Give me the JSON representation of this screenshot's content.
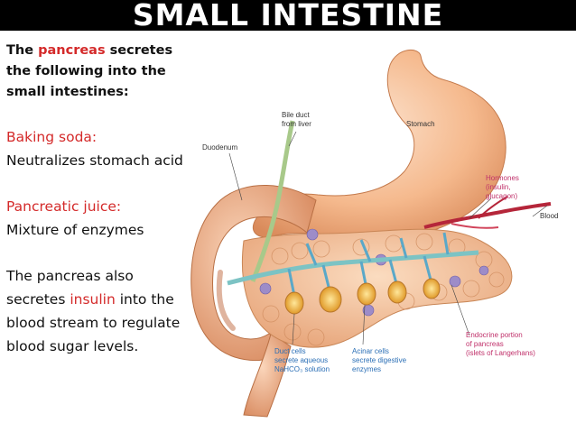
{
  "title": "SMALL INTESTINE",
  "text": {
    "intro_pre": "The ",
    "intro_highlight": "pancreas",
    "intro_post": " secretes the following into the small intestines:",
    "item1_heading": "Baking soda:",
    "item1_body": "Neutralizes stomach acid",
    "item2_heading": "Pancreatic juice:",
    "item2_body": "Mixture of enzymes",
    "para_pre": "The pancreas also secretes ",
    "para_highlight": "insulin",
    "para_post": " into the blood stream to regulate blood sugar levels."
  },
  "diagram": {
    "labels": {
      "bile_duct_1": "Bile duct",
      "bile_duct_2": "from liver",
      "stomach": "Stomach",
      "duodenum": "Duodenum",
      "hormones_1": "Hormones",
      "hormones_2": "(insulin,",
      "hormones_3": "glucagon)",
      "blood": "Blood",
      "duct_cells_1": "Duct cells",
      "duct_cells_2": "secrete aqueous",
      "duct_cells_3": "NaHCO₃ solution",
      "acinar_1": "Acinar cells",
      "acinar_2": "secrete digestive",
      "acinar_3": "enzymes",
      "endocrine_1": "Endocrine portion",
      "endocrine_2": "of pancreas",
      "endocrine_3": "(islets of Langerhans)"
    }
  },
  "colors": {
    "highlight": "#d42a2a",
    "label_blue": "#2b6fb6",
    "label_pink": "#c0306a",
    "title_bg": "#000000"
  }
}
